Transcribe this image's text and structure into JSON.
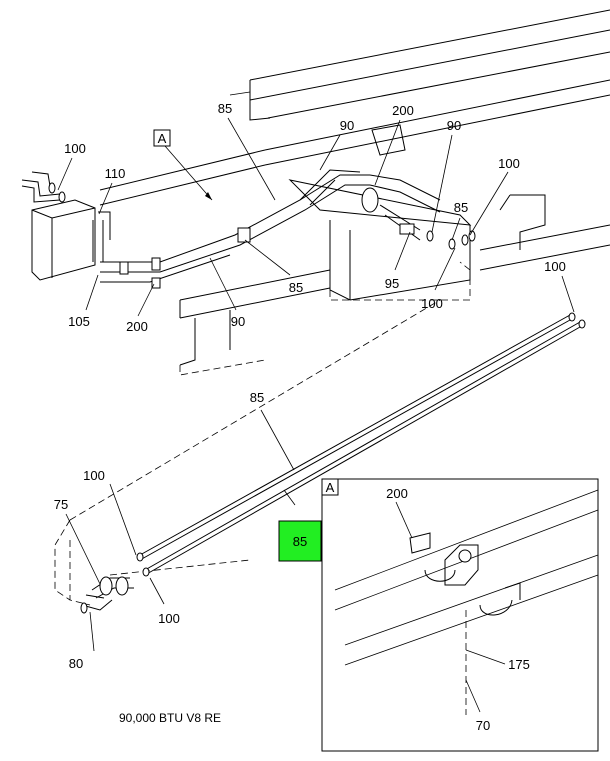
{
  "caption": "90,000 BTU V8 RE",
  "view_marker": "A",
  "detail_marker": "A",
  "highlight": {
    "label": "85",
    "color": "#22ee22"
  },
  "callouts": {
    "c100_tl": "100",
    "c110": "110",
    "c85_top": "85",
    "c200_top": "200",
    "c90_top": "90",
    "c90_right": "90",
    "c100_right": "100",
    "c85_right": "85",
    "c95": "95",
    "c100_mid": "100",
    "c85_mid": "85",
    "c90_bottom": "90",
    "c105": "105",
    "c200_left": "200",
    "c100_far": "100",
    "c85_long": "85",
    "c100_lower": "100",
    "c75": "75",
    "c100_bottom": "100",
    "c80": "80",
    "d200": "200",
    "d175": "175",
    "d70": "70"
  }
}
